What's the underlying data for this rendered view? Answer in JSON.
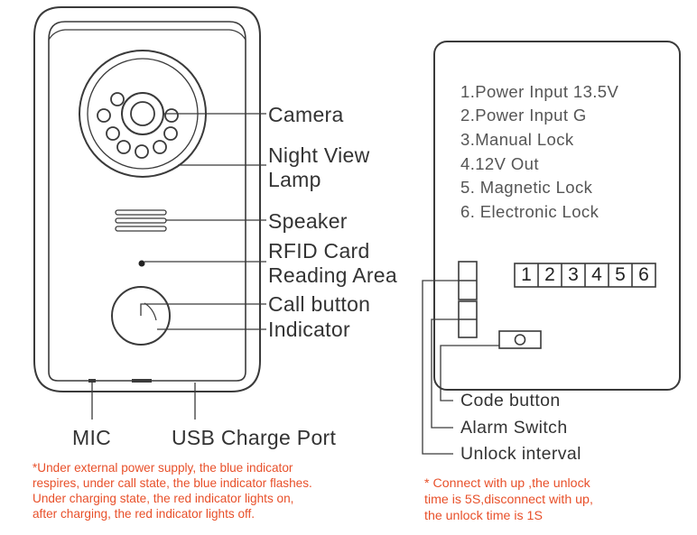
{
  "device_labels": {
    "camera": "Camera",
    "night_view_1": "Night View",
    "night_view_2": "Lamp",
    "speaker": "Speaker",
    "rfid_1": "RFID Card",
    "rfid_2": "Reading Area",
    "call_button": "Call button",
    "indicator": "Indicator",
    "mic": "MIC",
    "usb": "USB Charge Port"
  },
  "left_note": {
    "lines": [
      "*Under external power supply, the blue indicator",
      "respires, under call state, the blue indicator flashes.",
      "Under charging state, the red indicator lights on,",
      "after charging, the red indicator lights off."
    ]
  },
  "terminals": {
    "items": [
      "1.Power Input 13.5V",
      "2.Power Input  G",
      "3.Manual Lock",
      "4.12V Out",
      "5. Magnetic Lock",
      "6. Electronic Lock"
    ],
    "numbers": [
      "1",
      "2",
      "3",
      "4",
      "5",
      "6"
    ]
  },
  "board_labels": {
    "code_button": "Code button",
    "alarm_switch": "Alarm  Switch",
    "unlock_interval": "Unlock interval"
  },
  "right_note": {
    "lines": [
      "* Connect with up ,the unlock",
      "time is 5S,disconnect with up,",
      "the unlock time is 1S"
    ]
  }
}
